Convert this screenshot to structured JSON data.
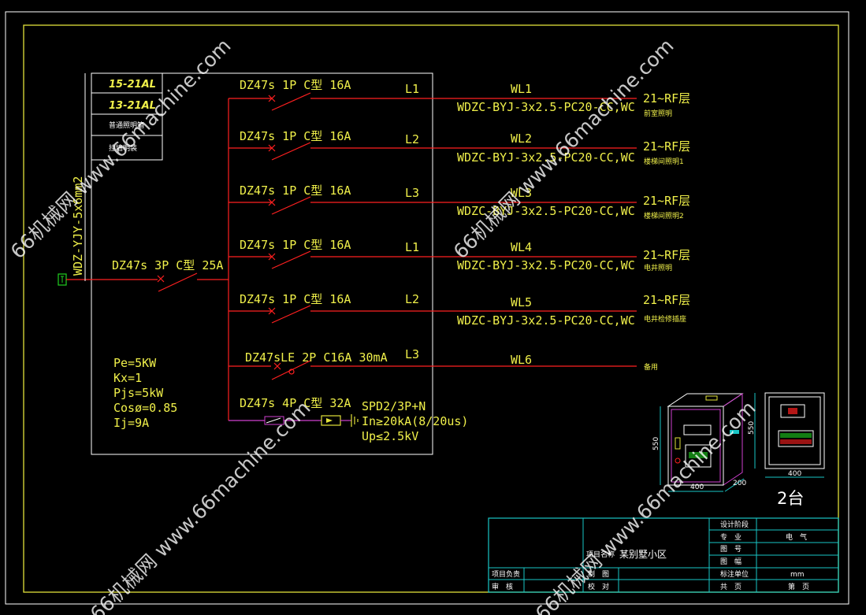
{
  "panel": {
    "tags": [
      "15-21AL",
      "13-21AL"
    ],
    "notes": [
      "普通照明箱",
      "挂墙明装"
    ],
    "feeder_cable": "WDZ-YJY-5x6mm2",
    "main_breaker": "DZ47s 3P C型 25A",
    "params": [
      "Pe=5KW",
      "Kx=1",
      "Pjs=5kW",
      "Cosø=0.85",
      "Ij=9A"
    ]
  },
  "circuits": [
    {
      "breaker": "DZ47s 1P C型 16A",
      "phase": "L1",
      "id": "WL1",
      "cable": "WDZC-BYJ-3x2.5-PC20-CC,WC",
      "dest": "21~RF层",
      "use": "前室照明"
    },
    {
      "breaker": "DZ47s 1P C型 16A",
      "phase": "L2",
      "id": "WL2",
      "cable": "WDZC-BYJ-3x2.5-PC20-CC,WC",
      "dest": "21~RF层",
      "use": "楼梯间照明1"
    },
    {
      "breaker": "DZ47s 1P C型 16A",
      "phase": "L3",
      "id": "WL3",
      "cable": "WDZC-BYJ-3x2.5-PC20-CC,WC",
      "dest": "21~RF层",
      "use": "楼梯间照明2"
    },
    {
      "breaker": "DZ47s 1P C型 16A",
      "phase": "L1",
      "id": "WL4",
      "cable": "WDZC-BYJ-3x2.5-PC20-CC,WC",
      "dest": "21~RF层",
      "use": "电井照明"
    },
    {
      "breaker": "DZ47s 1P C型 16A",
      "phase": "L2",
      "id": "WL5",
      "cable": "WDZC-BYJ-3x2.5-PC20-CC,WC",
      "dest": "21~RF层",
      "use": "电井检修插座"
    },
    {
      "breaker": "DZ47sLE 2P C16A 30mA",
      "phase": "L3",
      "id": "WL6",
      "cable": "",
      "dest": "",
      "use": "备用"
    }
  ],
  "spd": {
    "breaker": "DZ47s 4P C型 32A",
    "lines": [
      "SPD2/3P+N",
      "In≥20kA(8/20us)",
      "Up≤2.5kV"
    ]
  },
  "cabinet": {
    "dim_h": "550",
    "dim_w": "400",
    "dim_d": "200",
    "front_h": "550",
    "front_w": "400",
    "qty": "2台"
  },
  "title_block": {
    "rows": [
      {
        "label": "设计阶段",
        "value": ""
      },
      {
        "label": "专　业",
        "value": "电　气"
      },
      {
        "label": "图　号",
        "value": ""
      },
      {
        "label": "图　幅",
        "value": ""
      },
      {
        "label": "标注单位",
        "value": "mm"
      },
      {
        "label": "共　页",
        "value": "第　页"
      }
    ],
    "project_label": "项目名称",
    "project_name": "某别墅小区",
    "left_cells": [
      "项目负责",
      "审　核",
      "制　图",
      "校　对"
    ]
  },
  "watermark": "66机械网 www.66machine.com",
  "colors": {
    "frame": "#e2e23a",
    "red": "#ff2020",
    "text": "#f0f04a",
    "cyan": "#19c6c6",
    "magenta": "#d040d0",
    "green": "#20d020"
  }
}
